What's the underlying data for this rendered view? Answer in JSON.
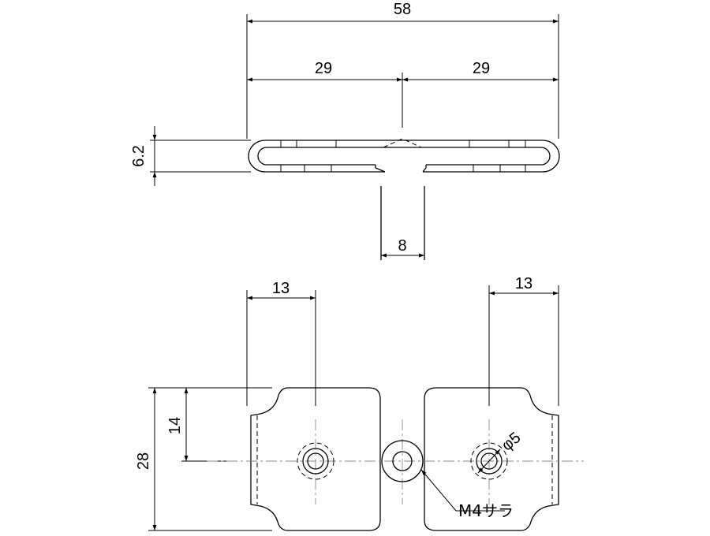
{
  "top_view": {
    "dim_total": "58",
    "dim_half_left": "29",
    "dim_half_right": "29",
    "dim_height": "6.2",
    "dim_stem": "8"
  },
  "front_view": {
    "dim_left_hole": "13",
    "dim_right_hole": "13",
    "dim_half_height": "14",
    "dim_height": "28",
    "dim_hole_dia": "φ5",
    "note_screw": "M4サラ"
  }
}
